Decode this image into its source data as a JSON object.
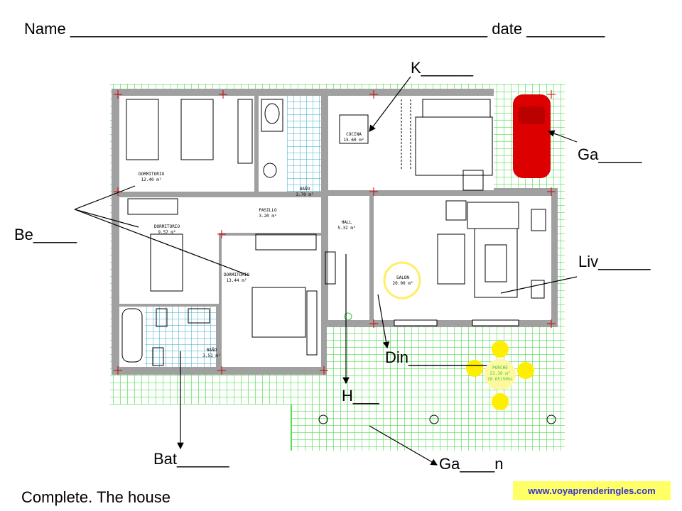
{
  "header": {
    "name_label": "Name",
    "name_blank": "________________________________________________",
    "date_label": "date",
    "date_blank": "_________"
  },
  "blanks": {
    "kitchen": "K______",
    "garage": "Ga_____",
    "bedroom": "Be_____",
    "living": "Liv______",
    "dining": "Din_________",
    "hall": "H___",
    "bathroom": "Bat______",
    "garden": "Ga____n"
  },
  "rooms": {
    "dorm1": {
      "name": "DORMITORIO",
      "area": "12.40 m²"
    },
    "dorm2": {
      "name": "DORMITORIO",
      "area": "9.57 m²"
    },
    "dorm3": {
      "name": "DORMITORIO",
      "area": "13.44 m²"
    },
    "pasillo": {
      "name": "PASILLO",
      "area": "3.20 m²"
    },
    "bano1": {
      "name": "BAÑO",
      "area": "3.70 m²"
    },
    "bano2": {
      "name": "BAÑO",
      "area": "3.51 m²"
    },
    "hall": {
      "name": "HALL",
      "area": "5.32 m²"
    },
    "cocina": {
      "name": "COCINA",
      "area": "15.60 m²"
    },
    "salon": {
      "name": "SALON",
      "area": "20.90 m²"
    },
    "porche": {
      "name": "PORCHE",
      "area": "21.30 m²",
      "extra": "10.65(50%)"
    }
  },
  "footer": {
    "instruction": "Complete. The house",
    "website": "www.voyaprenderingles.com"
  },
  "colors": {
    "grass": "#33cc33",
    "wall": "#a0a0a0",
    "car": "#dd0000",
    "porch": "#ffee00",
    "tile": "#33aacc"
  }
}
